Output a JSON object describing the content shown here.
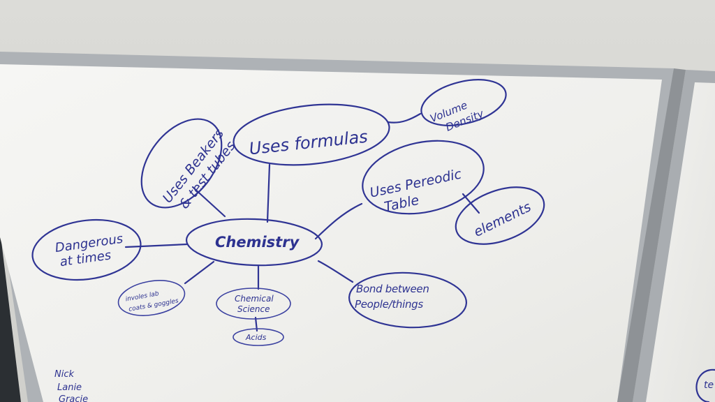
{
  "mind_map": {
    "center": "Chemistry",
    "nodes": [
      {
        "id": "formulas",
        "lines": [
          "Uses formulas"
        ]
      },
      {
        "id": "volume",
        "lines": [
          "Volume",
          "Density"
        ]
      },
      {
        "id": "beakers",
        "lines": [
          "Uses Beakers",
          "& test tubes"
        ]
      },
      {
        "id": "periodic",
        "lines": [
          "Uses Pereodic",
          "Table"
        ]
      },
      {
        "id": "elements",
        "lines": [
          "elements"
        ]
      },
      {
        "id": "dangerous",
        "lines": [
          "Dangerous",
          "at times"
        ]
      },
      {
        "id": "lab",
        "lines": [
          "involes lab",
          "coats & goggles"
        ]
      },
      {
        "id": "science",
        "lines": [
          "Chemical",
          "Science"
        ]
      },
      {
        "id": "acids",
        "lines": [
          "Acids"
        ]
      },
      {
        "id": "bond",
        "lines": [
          "Bond between",
          "People/things"
        ]
      }
    ]
  },
  "names": [
    "Nick",
    "Lanie",
    "Gracie"
  ],
  "colors": {
    "wall": "#d8d8d4",
    "board": "#f4f4f2",
    "frame": "#b9bcc0",
    "ink": "#2f3494"
  }
}
